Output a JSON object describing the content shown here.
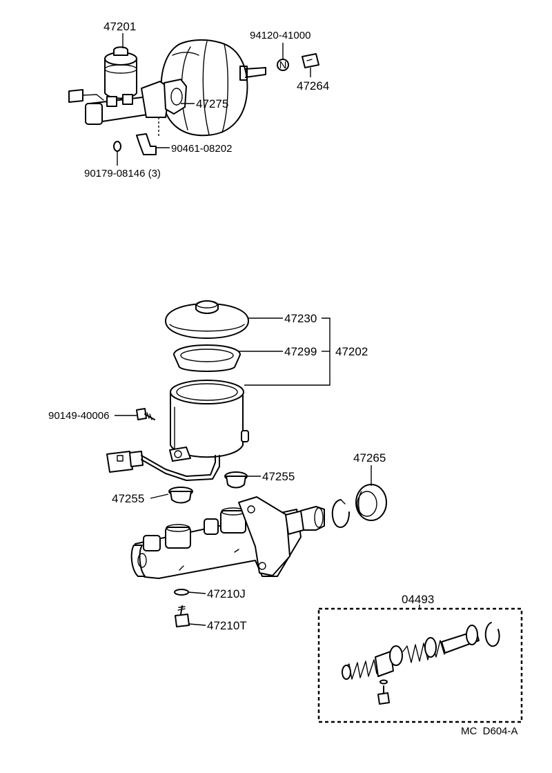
{
  "parts": {
    "p47201": "47201",
    "p94120_41000": "94120-41000",
    "p47264": "47264",
    "p47275": "47275",
    "p90461_08202": "90461-08202",
    "p90179_08146": "90179-08146 (3)",
    "p47230": "47230",
    "p47299": "47299",
    "p47202": "47202",
    "p90149_40006": "90149-40006",
    "p47265": "47265",
    "p47255_right": "47255",
    "p47255_left": "47255",
    "p47210J": "47210J",
    "p47210T": "47210T",
    "p04493": "04493"
  },
  "nut_marker": "N",
  "footer_code": "MC  D604-A"
}
